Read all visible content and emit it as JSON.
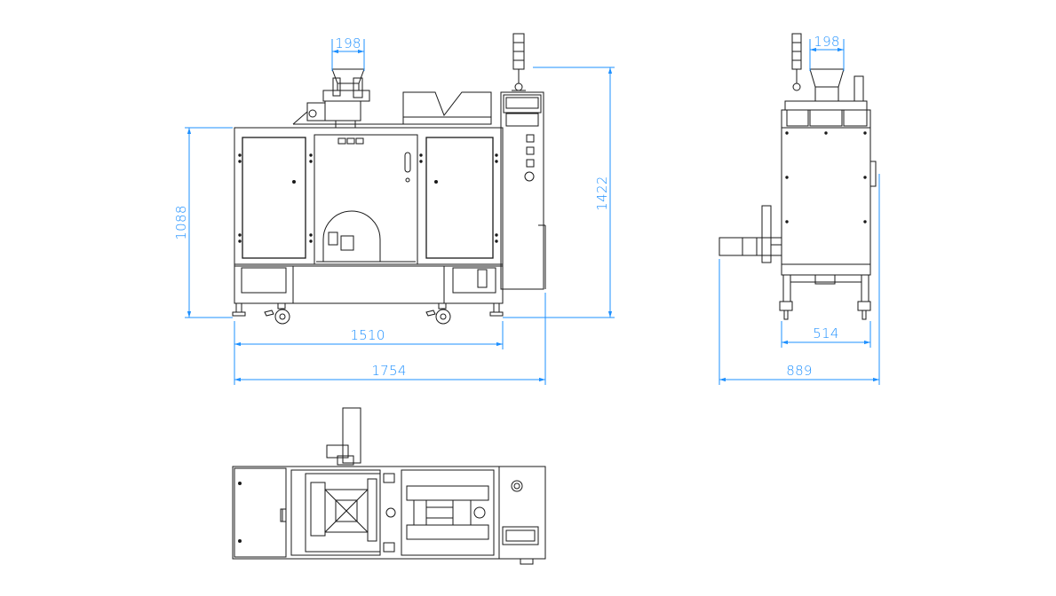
{
  "drawing": {
    "line_color": "#1a1a1a",
    "dimension_color": "#1e90ff",
    "background": "#ffffff"
  },
  "dimensions": {
    "front_hopper_width": "198",
    "front_frame_height": "1088",
    "front_total_height": "1422",
    "front_wheelbase_width": "1510",
    "front_total_width": "1754",
    "side_hopper_width": "198",
    "side_leg_span": "514",
    "side_total_depth": "889"
  },
  "views": [
    "front-view",
    "side-view",
    "top-view"
  ]
}
